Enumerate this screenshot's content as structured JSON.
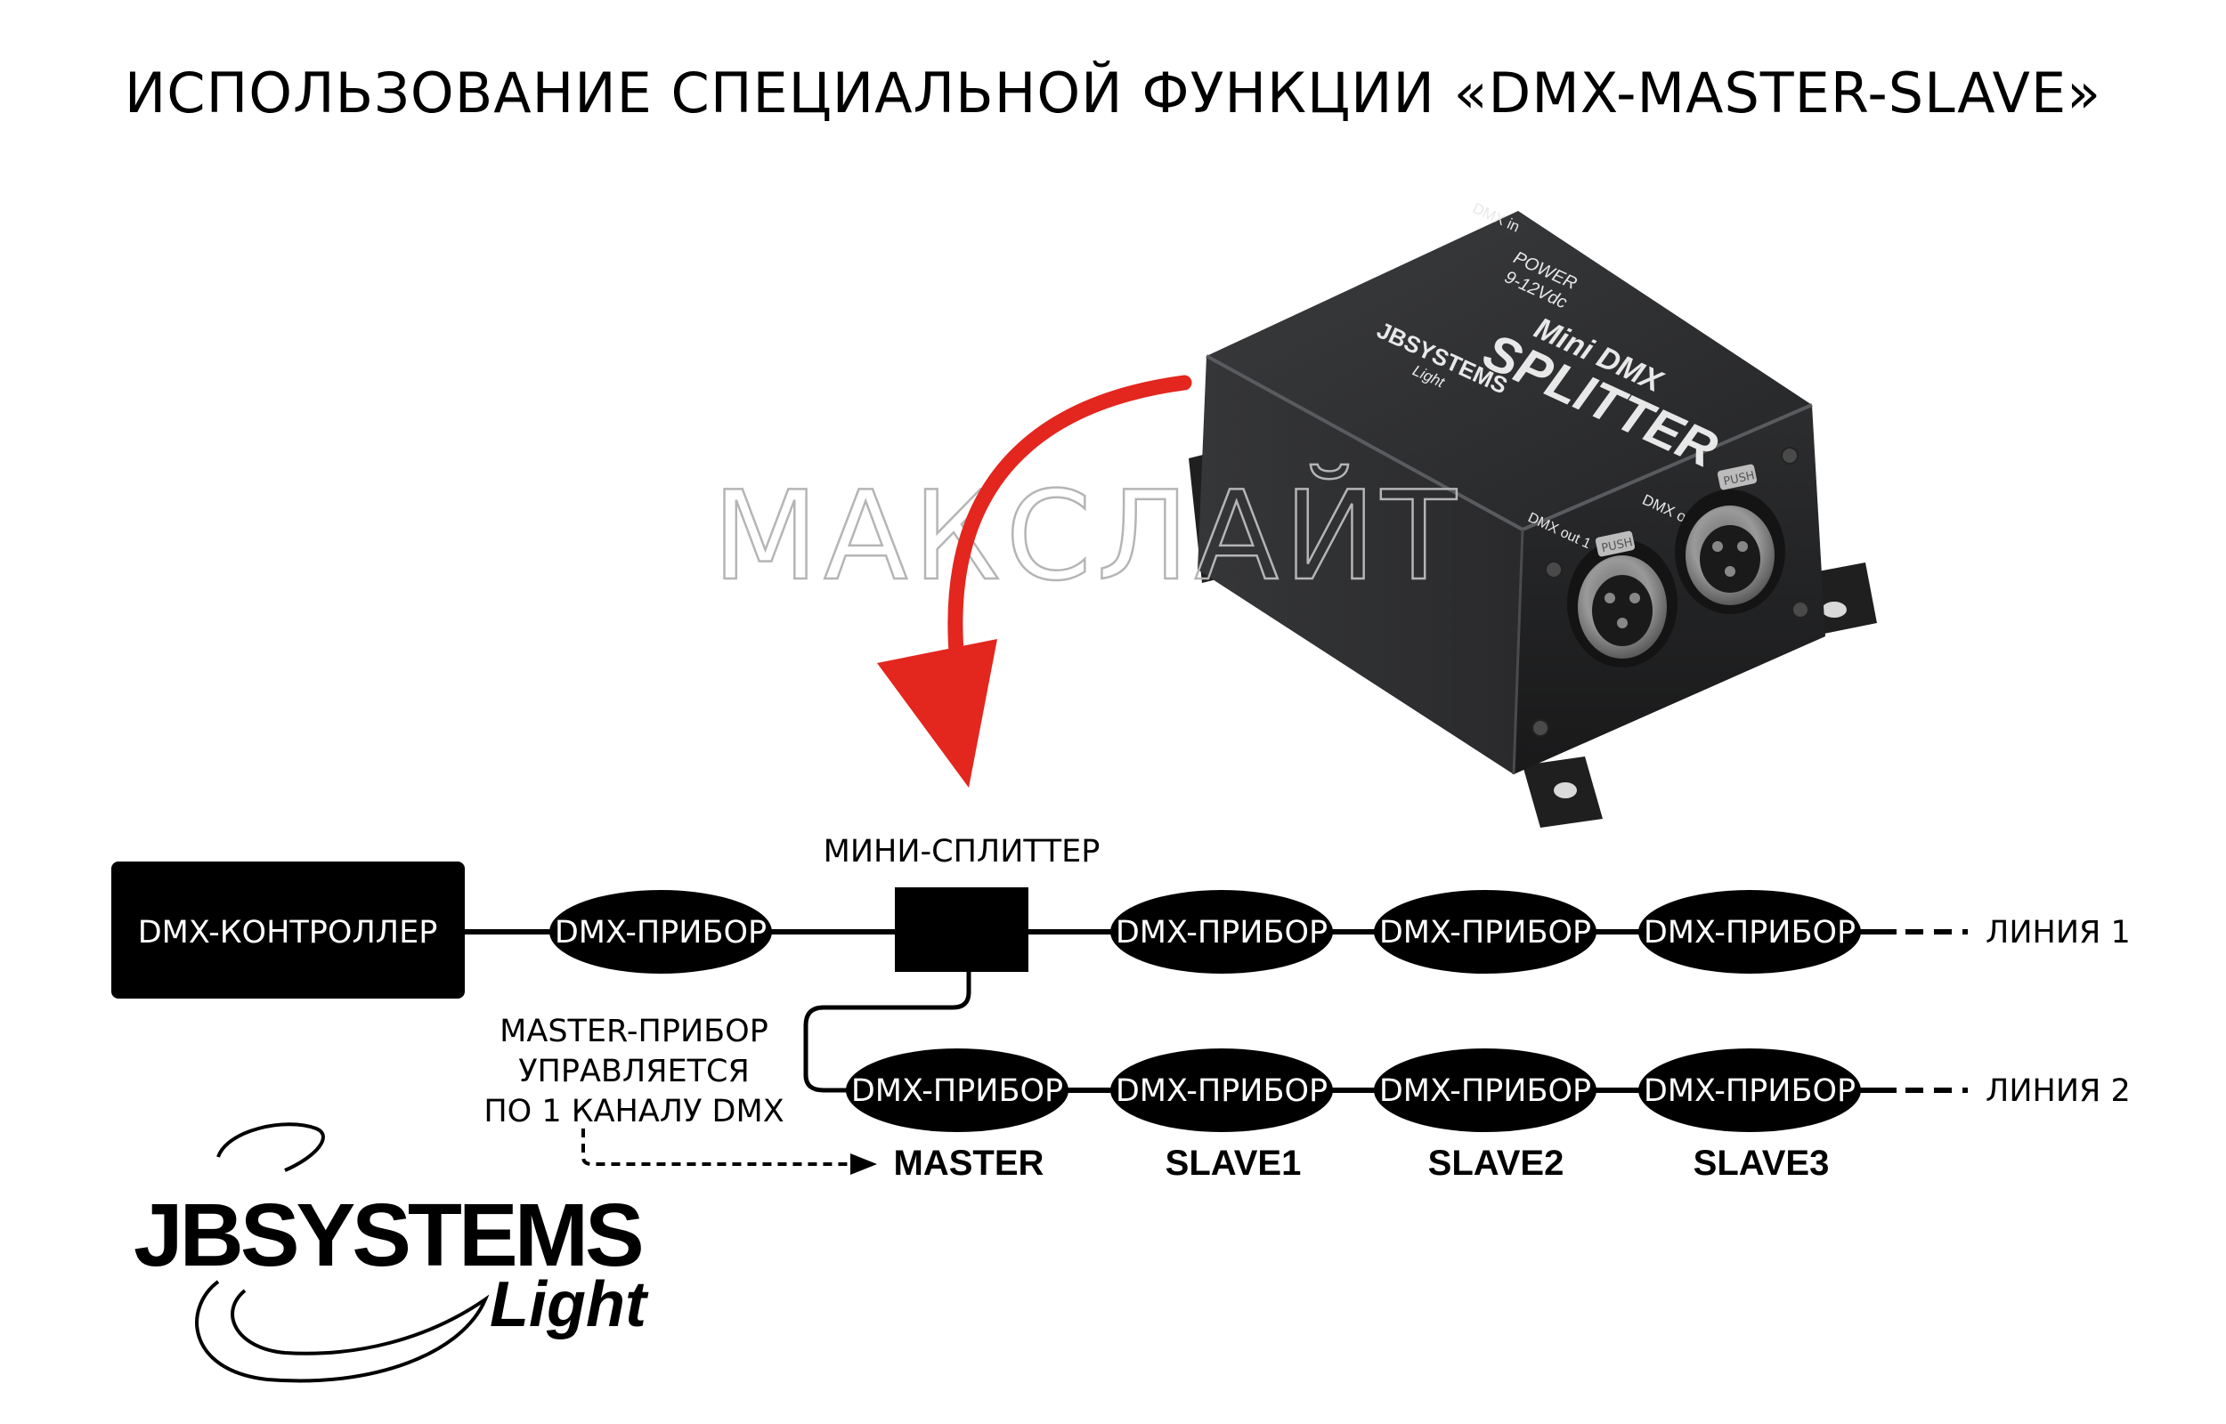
{
  "title": "ИСПОЛЬЗОВАНИЕ СПЕЦИАЛЬНОЙ ФУНКЦИИ «DMX-MASTER-SLAVE»",
  "watermark": "МАКСЛАЙТ",
  "device_photo": {
    "brand": "JBSYSTEMS",
    "brand_sub": "Light",
    "model_line1": "Mini DMX",
    "model_line2": "SPLITTER",
    "power_label": "POWER",
    "power_value": "9-12Vdc",
    "dmx_in": "DMX in",
    "dmx_out1": "DMX out 1",
    "dmx_out2": "DMX out 2",
    "latch1": "PUSH",
    "latch2": "PUSH"
  },
  "splitter_label": "МИНИ-СПЛИТТЕР",
  "controller_label": "DMX-КОНТРОЛЛЕР",
  "device_label": "DMX-ПРИБОР",
  "line1_label": "ЛИНИЯ 1",
  "line2_label": "ЛИНИЯ 2",
  "note_lines": [
    "MASTER-ПРИБОР",
    "УПРАВЛЯЕТСЯ",
    "ПО 1 КАНАЛУ DMX"
  ],
  "roles": [
    "MASTER",
    "SLAVE1",
    "SLAVE2",
    "SLAVE3"
  ],
  "logo": {
    "name": "JBSYSTEMS",
    "sub": "Light"
  },
  "colors": {
    "arrow": "#e3261e",
    "box": "#000000",
    "device_body": "#2a2b2d",
    "watermark_stroke": "#b5b5b5"
  }
}
